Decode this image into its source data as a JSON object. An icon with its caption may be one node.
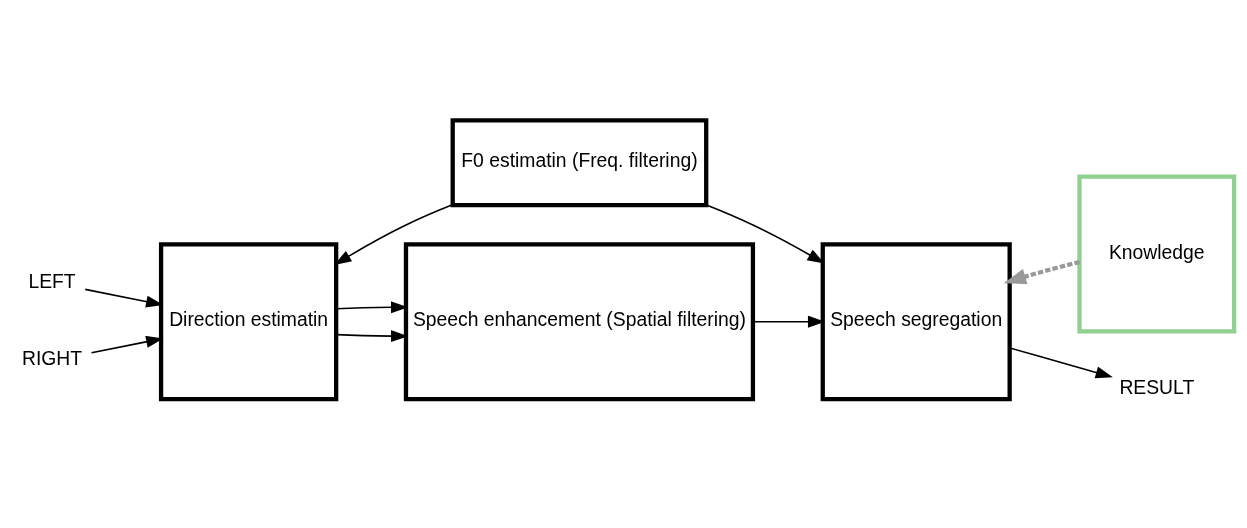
{
  "diagram": {
    "nodes": [
      {
        "text": [
          "F0 estimatin (Freq. filtering)"
        ]
      },
      {
        "text": [
          "LEFT"
        ]
      },
      {
        "text": [
          "RIGHT"
        ]
      },
      {
        "text": [
          "Direction estimatin"
        ]
      },
      {
        "text": [
          "Speech enhancement (Spatial filtering)"
        ]
      },
      {
        "text": [
          "Speech segregation"
        ]
      },
      {
        "text": [
          "Knowledge"
        ]
      },
      {
        "text": [
          "RESULT"
        ]
      }
    ],
    "edges": [
      {
        "from": 0,
        "to": 3,
        "arrow": "to"
      },
      {
        "from": 1,
        "to": 3,
        "arrow": "to"
      },
      {
        "from": 2,
        "to": 3,
        "arrow": "to"
      },
      {
        "from": 3,
        "to": 4,
        "arrow": "to"
      },
      {
        "from": 3,
        "to": 4,
        "arrow": "to"
      },
      {
        "from": 0,
        "to": 5,
        "arrow": "to"
      },
      {
        "from": 4,
        "to": 5,
        "arrow": "to"
      },
      {
        "from": 6,
        "to": 5,
        "arrow": "to",
        "style": "dashed",
        "color": "#999999"
      },
      {
        "from": 5,
        "to": 7,
        "arrow": "to"
      }
    ]
  }
}
